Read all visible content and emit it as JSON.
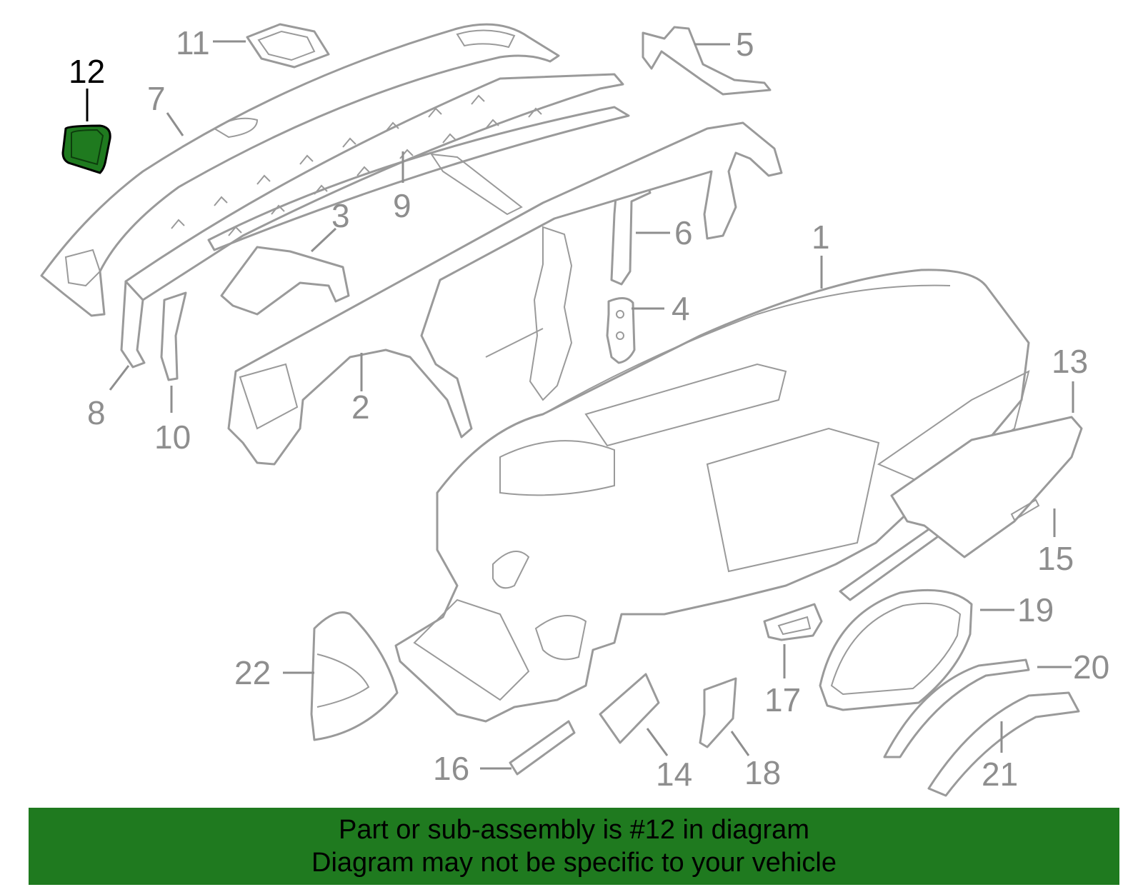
{
  "colors": {
    "highlight": "#1f7a1f",
    "line_art": "#9a9a9a",
    "callout_text": "#8e8e8e",
    "banner_background": "#1f7a1f"
  },
  "highlighted_part": "12",
  "callouts": [
    {
      "id": "c1",
      "label": "1"
    },
    {
      "id": "c2",
      "label": "2"
    },
    {
      "id": "c3",
      "label": "3"
    },
    {
      "id": "c4",
      "label": "4"
    },
    {
      "id": "c5",
      "label": "5"
    },
    {
      "id": "c6",
      "label": "6"
    },
    {
      "id": "c7",
      "label": "7"
    },
    {
      "id": "c8",
      "label": "8"
    },
    {
      "id": "c9",
      "label": "9"
    },
    {
      "id": "c10",
      "label": "10"
    },
    {
      "id": "c11",
      "label": "11"
    },
    {
      "id": "c12",
      "label": "12"
    },
    {
      "id": "c13",
      "label": "13"
    },
    {
      "id": "c14",
      "label": "14"
    },
    {
      "id": "c15",
      "label": "15"
    },
    {
      "id": "c16",
      "label": "16"
    },
    {
      "id": "c17",
      "label": "17"
    },
    {
      "id": "c18",
      "label": "18"
    },
    {
      "id": "c19",
      "label": "19"
    },
    {
      "id": "c20",
      "label": "20"
    },
    {
      "id": "c21",
      "label": "21"
    },
    {
      "id": "c22",
      "label": "22"
    }
  ],
  "banner": {
    "line1": "Part or sub-assembly is #12 in diagram",
    "line2": "Diagram may not be specific to your vehicle"
  }
}
